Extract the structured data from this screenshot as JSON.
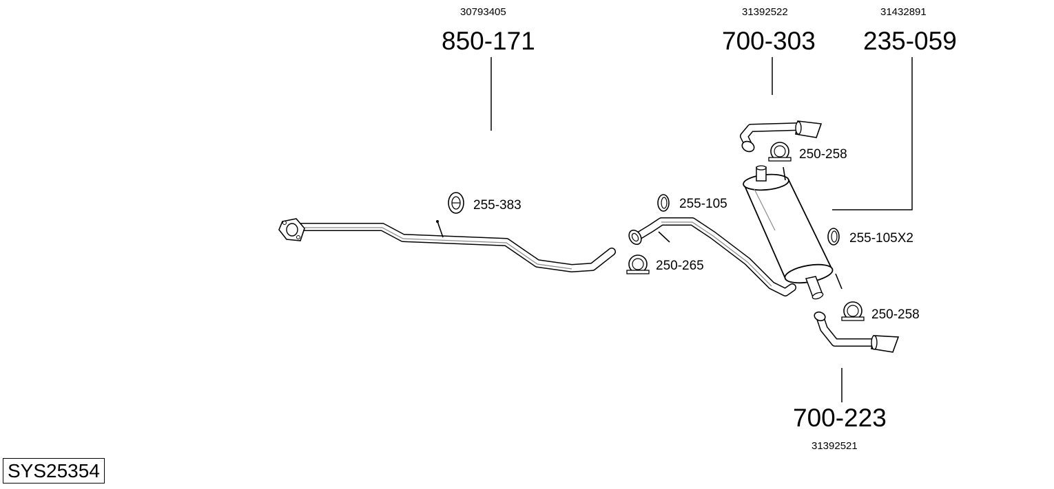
{
  "system_code": "SYS25354",
  "parts": [
    {
      "id": "front-pipe",
      "number": "850-171",
      "oe": "30793405"
    },
    {
      "id": "rear-tailpipe-upper",
      "number": "700-303",
      "oe": "31392522"
    },
    {
      "id": "rear-silencer",
      "number": "235-059",
      "oe": "31432891"
    },
    {
      "id": "rear-tailpipe-lower",
      "number": "700-223",
      "oe": "31392521"
    }
  ],
  "fittings": [
    {
      "id": "hanger-front",
      "label": "255-383"
    },
    {
      "id": "ring-mid",
      "label": "255-105"
    },
    {
      "id": "clamp-mid",
      "label": "250-265"
    },
    {
      "id": "clamp-upper",
      "label": "250-258"
    },
    {
      "id": "ring-rear",
      "label": "255-105X2"
    },
    {
      "id": "clamp-lower",
      "label": "250-258"
    }
  ]
}
